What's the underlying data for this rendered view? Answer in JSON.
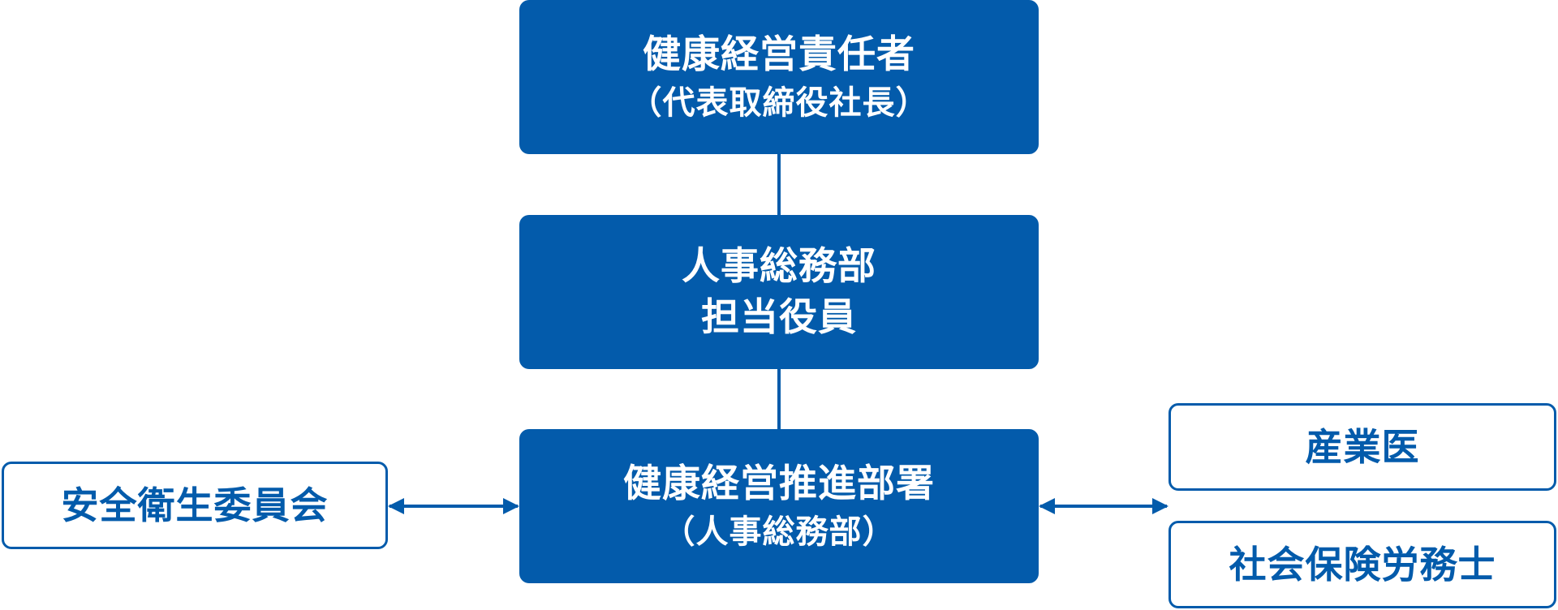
{
  "diagram": {
    "top": {
      "line1": "健康経営責任者",
      "line2": "（代表取締役社長）"
    },
    "middle": {
      "line1": "人事総務部",
      "line2": "担当役員"
    },
    "bottom": {
      "line1": "健康経営推進部署",
      "line2": "（人事総務部）"
    },
    "left": {
      "label": "安全衛生委員会"
    },
    "right_top": {
      "label": "産業医"
    },
    "right_bottom": {
      "label": "社会保険労務士"
    }
  },
  "colors": {
    "primary": "#035bab",
    "background": "#ffffff"
  }
}
